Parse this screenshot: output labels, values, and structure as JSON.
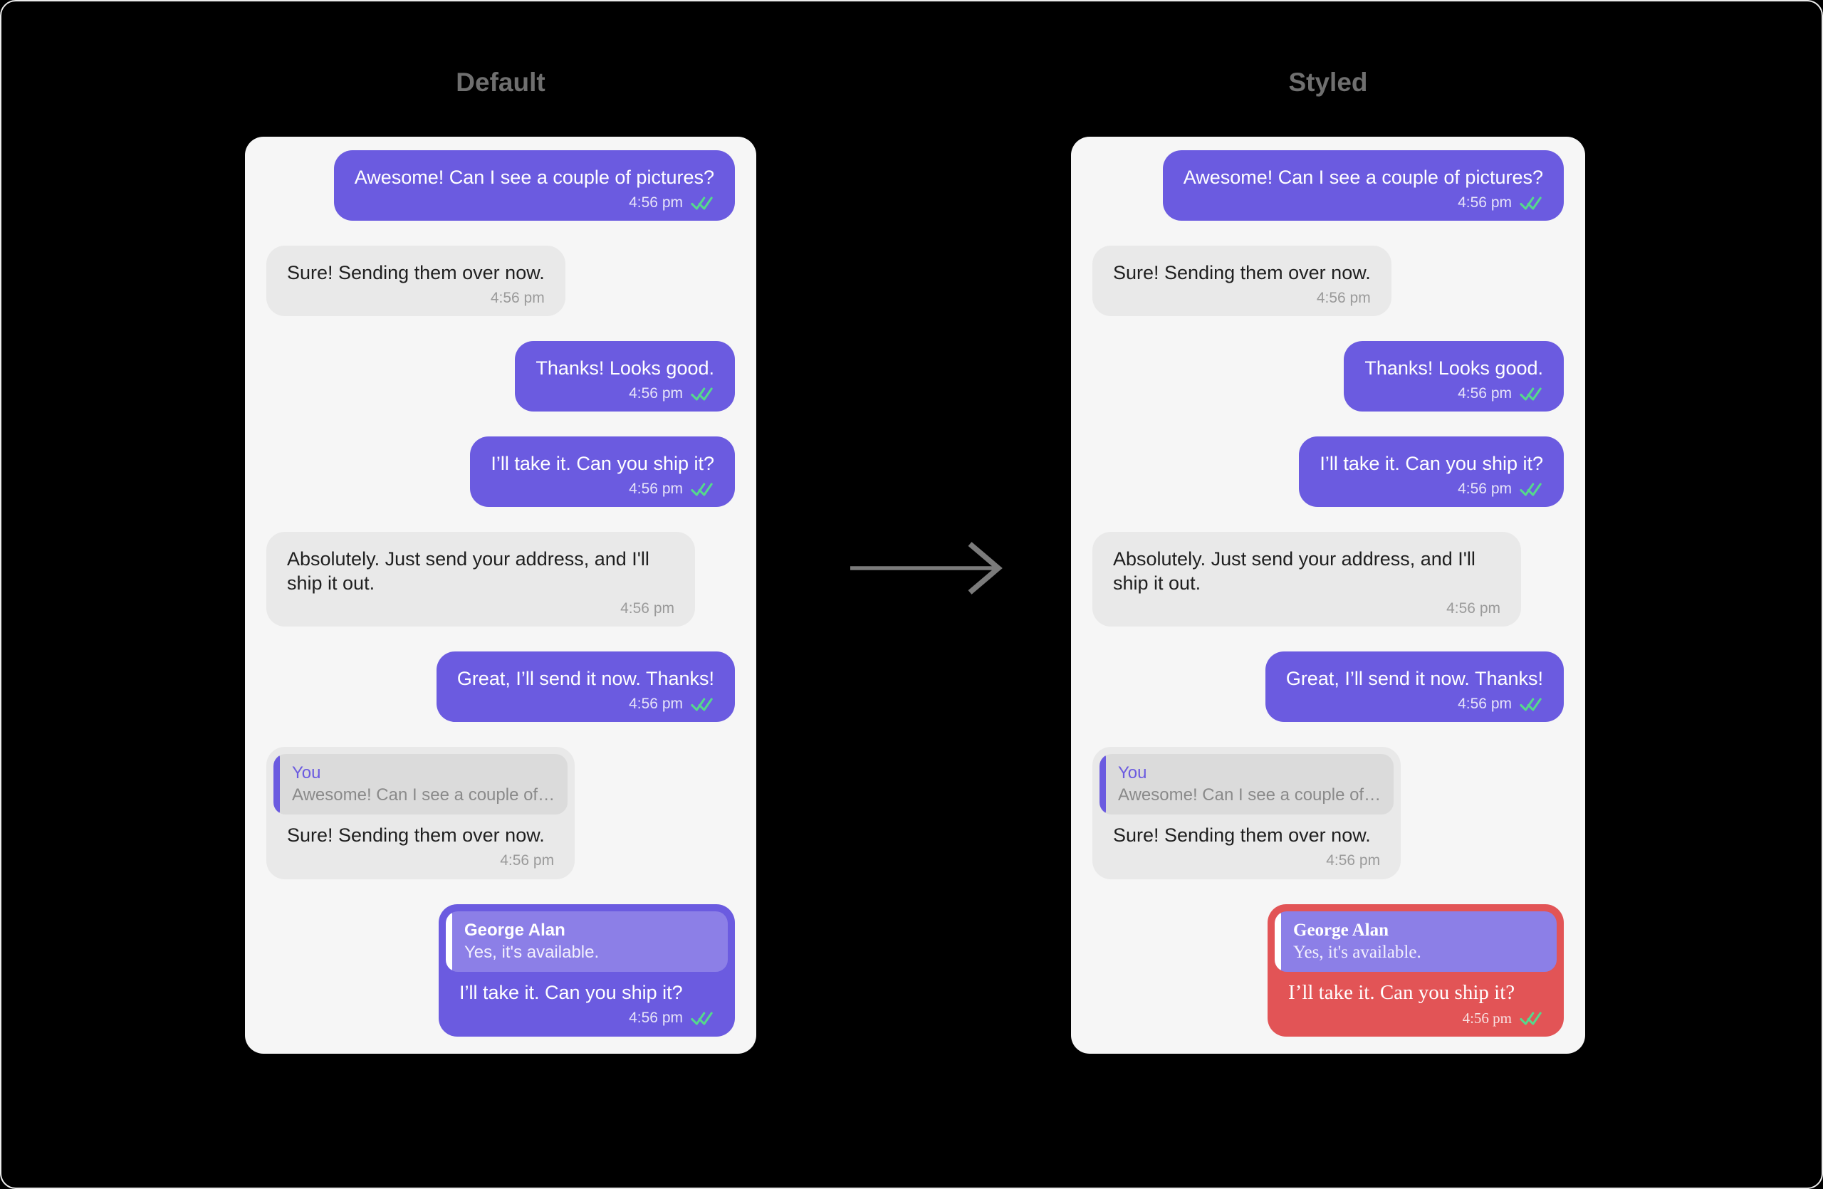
{
  "titles": {
    "left": "Default",
    "right": "Styled"
  },
  "columns": [
    {
      "id": "default",
      "title": "Default",
      "messages": [
        {
          "direction": "sent",
          "text": "Awesome! Can I see a couple of pictures?",
          "time": "4:56 pm",
          "read_receipt": true
        },
        {
          "direction": "received",
          "text": "Sure! Sending them over now.",
          "time": "4:56 pm",
          "read_receipt": false
        },
        {
          "direction": "sent",
          "text": "Thanks! Looks good.",
          "time": "4:56 pm",
          "read_receipt": true
        },
        {
          "direction": "sent",
          "text": "I’ll take it. Can you ship it?",
          "time": "4:56 pm",
          "read_receipt": true
        },
        {
          "direction": "received",
          "text": "Absolutely. Just send your address, and I'll ship it out.",
          "time": "4:56 pm",
          "read_receipt": false
        },
        {
          "direction": "sent",
          "text": "Great, I’ll send it now. Thanks!",
          "time": "4:56 pm",
          "read_receipt": true
        },
        {
          "direction": "received",
          "reply_to": {
            "name": "You",
            "text": "Awesome! Can I see a couple of…"
          },
          "text": "Sure! Sending them over now.",
          "time": "4:56 pm",
          "read_receipt": false
        },
        {
          "direction": "sent",
          "reply_to": {
            "name": "George Alan",
            "text": "Yes, it's available."
          },
          "text": "I’ll take it. Can you ship it?",
          "time": "4:56 pm",
          "read_receipt": true
        }
      ]
    },
    {
      "id": "styled",
      "title": "Styled",
      "messages": [
        {
          "direction": "sent",
          "text": "Awesome! Can I see a couple of pictures?",
          "time": "4:56 pm",
          "read_receipt": true
        },
        {
          "direction": "received",
          "text": "Sure! Sending them over now.",
          "time": "4:56 pm",
          "read_receipt": false
        },
        {
          "direction": "sent",
          "text": "Thanks! Looks good.",
          "time": "4:56 pm",
          "read_receipt": true
        },
        {
          "direction": "sent",
          "text": "I’ll take it. Can you ship it?",
          "time": "4:56 pm",
          "read_receipt": true
        },
        {
          "direction": "received",
          "text": "Absolutely. Just send your address, and I'll ship it out.",
          "time": "4:56 pm",
          "read_receipt": false
        },
        {
          "direction": "sent",
          "text": "Great, I’ll send it now. Thanks!",
          "time": "4:56 pm",
          "read_receipt": true
        },
        {
          "direction": "received",
          "reply_to": {
            "name": "You",
            "text": "Awesome! Can I see a couple of…"
          },
          "text": "Sure! Sending them over now.",
          "time": "4:56 pm",
          "read_receipt": false
        },
        {
          "direction": "sent",
          "styled": true,
          "reply_to": {
            "name": "George Alan",
            "text": "Yes, it's available."
          },
          "text": "I’ll take it. Can you ship it?",
          "time": "4:56 pm",
          "read_receipt": true
        }
      ]
    }
  ],
  "icons": {
    "read_receipt": "double-check",
    "between_panels": "arrow-right"
  },
  "colors": {
    "canvas_bg": "#000000",
    "canvas_border": "#ECECEC",
    "panel_bg": "#F6F6F6",
    "title_text": "#6F6F6F",
    "sent_bubble": "#6B5BE0",
    "sent_quote_bg": "#8C7FE7",
    "received_bubble": "#E9E9E9",
    "received_quote_bg": "#DBDBDB",
    "quote_accent_purple": "#6B5BE0",
    "styled_reply_bubble": "#E25456",
    "styled_reply_quote_bg": "#EA8486",
    "read_check_green": "#55D98C",
    "arrow_gray": "#7B7B7B"
  }
}
